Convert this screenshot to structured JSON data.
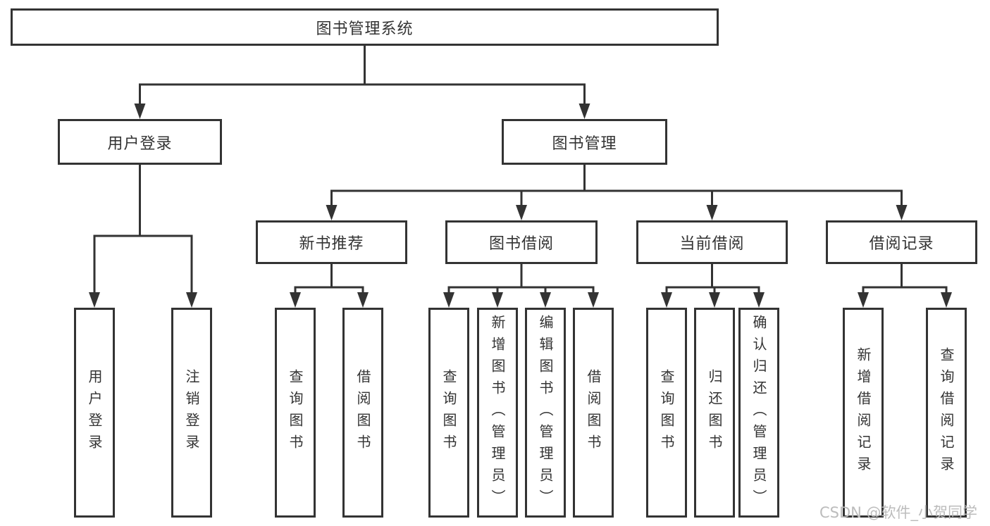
{
  "diagram": {
    "title": "图书管理系统",
    "colors": {
      "line": "#333333",
      "border": "#333333",
      "text": "#333333",
      "background": "#ffffff",
      "watermark": "#bcbcbc"
    },
    "root": {
      "label": "图书管理系统"
    },
    "branches": {
      "user_login": {
        "label": "用户登录",
        "children": [
          "用户登录",
          "注销登录"
        ]
      },
      "book_management": {
        "label": "图书管理"
      },
      "new_book_recommend": {
        "label": "新书推荐",
        "children": [
          "查询图书",
          "借阅图书"
        ]
      },
      "book_borrow": {
        "label": "图书借阅",
        "children": [
          "查询图书",
          "新增图书（管理员）",
          "编辑图书（管理员）",
          "借阅图书"
        ]
      },
      "current_borrow": {
        "label": "当前借阅",
        "children": [
          "查询图书",
          "归还图书",
          "确认归还（管理员）"
        ]
      },
      "borrow_record": {
        "label": "借阅记录",
        "children": [
          "新增借阅记录",
          "查询借阅记录"
        ]
      }
    },
    "watermark": {
      "text": "CSDN @软件_小贺同学"
    }
  }
}
